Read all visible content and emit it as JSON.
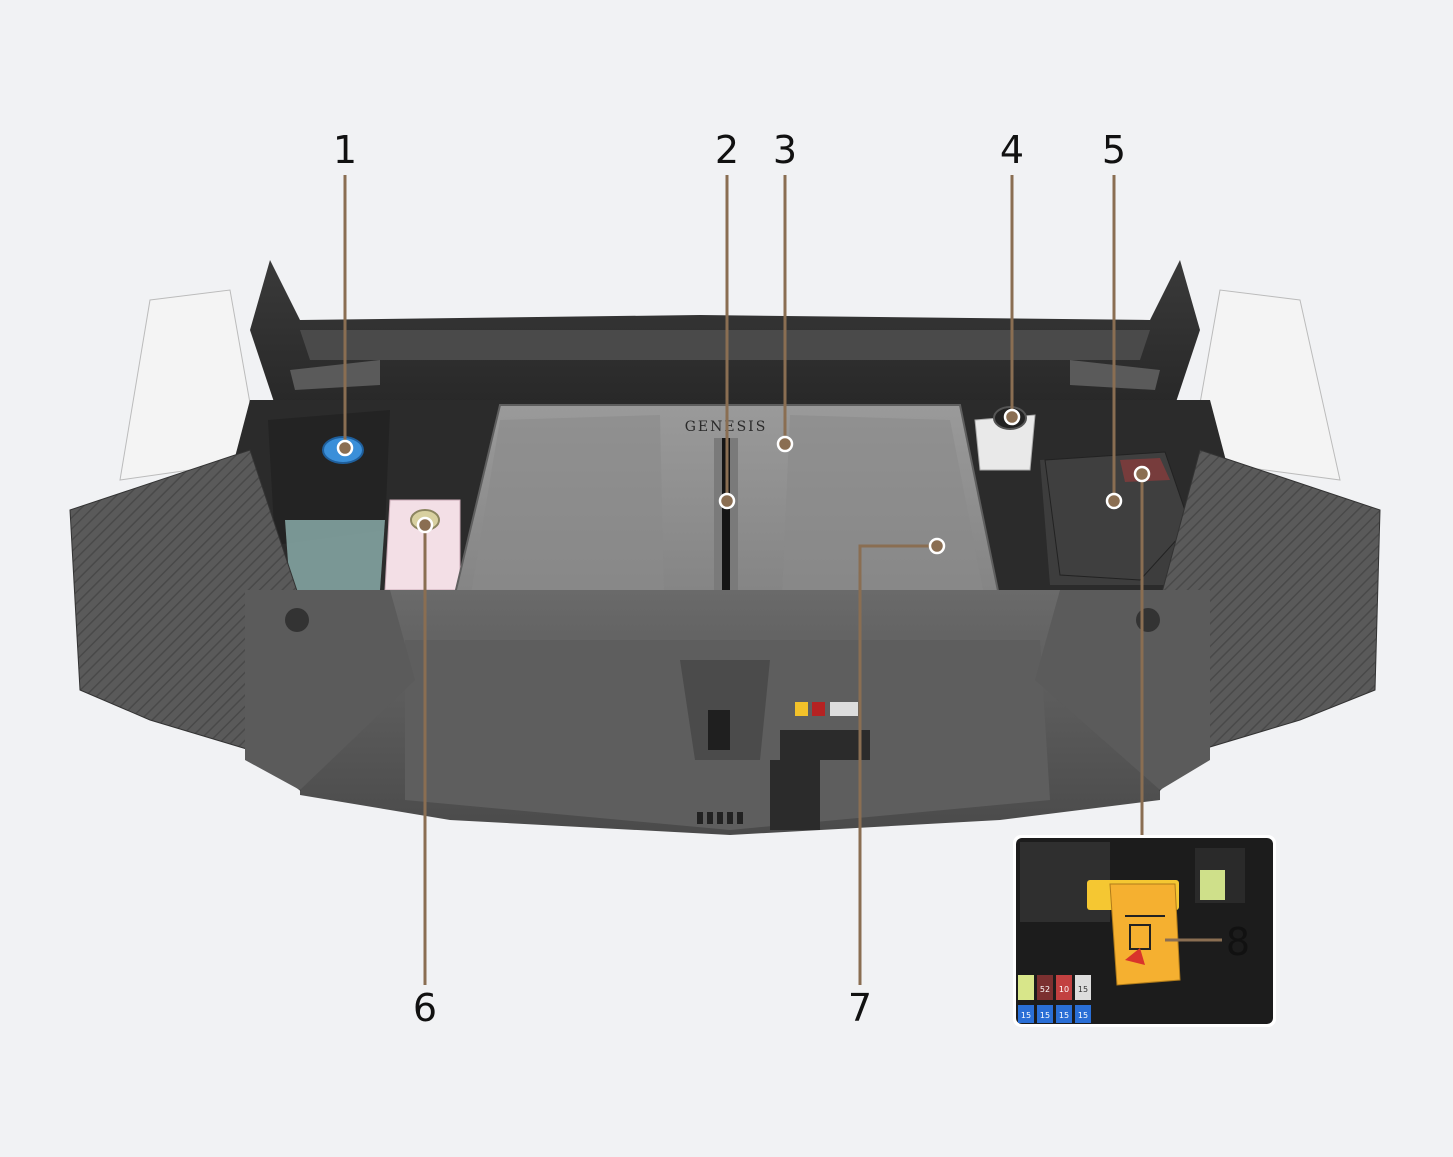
{
  "diagram": {
    "brand_emblem_text": "GENESIS",
    "colors": {
      "background": "#f1f2f4",
      "leader_line": "#8a6e52",
      "leader_dot": "#8a6e52",
      "dot_ring": "#ffffff",
      "cover_gray": "#8e8e8e",
      "washer_cap": "#3a8fd9",
      "coolant_tank": "#f3dfe6",
      "brake_tank": "#e9e9e9",
      "fuse_tab": "#f5b030"
    },
    "callouts": [
      {
        "number": "1",
        "component_icon": "washer-fluid-cap-icon"
      },
      {
        "number": "2",
        "component_icon": "cover-center-strip-icon"
      },
      {
        "number": "3",
        "component_icon": "motor-cover-icon"
      },
      {
        "number": "4",
        "component_icon": "brake-fluid-cap-icon"
      },
      {
        "number": "5",
        "component_icon": "fuse-box-icon"
      },
      {
        "number": "6",
        "component_icon": "coolant-reservoir-cap-icon"
      },
      {
        "number": "7",
        "component_icon": "cover-panel-icon"
      },
      {
        "number": "8",
        "component_icon": "fuse-tab-icon"
      }
    ],
    "inset": {
      "fuse_labels": [
        "52",
        "10",
        "15"
      ],
      "fuse_lower_labels": [
        "15",
        "15",
        "15",
        "15"
      ]
    }
  }
}
